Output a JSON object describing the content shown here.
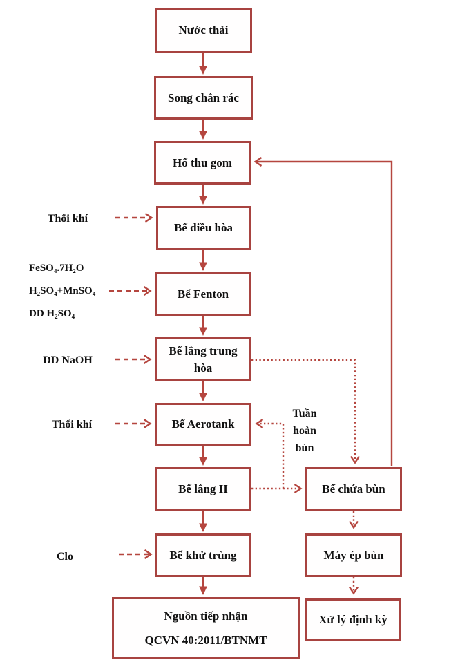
{
  "colors": {
    "box_border": "#a84340",
    "arrow": "#b5463f",
    "text": "#111111",
    "background": "#ffffff"
  },
  "boxes": {
    "nuoc_thai": "Nước thải",
    "song_chan_rac": "Song chắn rác",
    "ho_thu_gom": "Hố thu gom",
    "be_dieu_hoa": "Bể điều hòa",
    "be_fenton": "Bể Fenton",
    "be_lang_trung_hoa": "Bể lắng trung hòa",
    "be_aerotank": "Bể Aerotank",
    "be_lang_ii": "Bể lắng II",
    "be_khu_trung": "Bể khử trùng",
    "nguon_tiep_nhan": {
      "line1": "Nguồn tiếp nhận",
      "line2": "QCVN 40:2011/BTNMT"
    },
    "be_chua_bun": "Bể chứa bùn",
    "may_ep_bun": "Máy ép bùn",
    "xu_ly_dinh_ky": "Xử lý định kỳ"
  },
  "side_labels": {
    "thoi_khi_1": "Thổi khí",
    "fenton_chemicals": [
      "FeSO₄.7H₂O",
      "H₂SO₄+MnSO₄",
      "DD H₂SO₄"
    ],
    "dd_naoh": "DD NaOH",
    "thoi_khi_2": "Thổi khí",
    "clo": "Clo",
    "tuan_hoan_bun": "Tuần hoàn bùn"
  },
  "edges": [
    {
      "from": "nuoc_thai",
      "to": "song_chan_rac",
      "style": "solid"
    },
    {
      "from": "song_chan_rac",
      "to": "ho_thu_gom",
      "style": "solid"
    },
    {
      "from": "ho_thu_gom",
      "to": "be_dieu_hoa",
      "style": "solid"
    },
    {
      "from": "be_dieu_hoa",
      "to": "be_fenton",
      "style": "solid"
    },
    {
      "from": "be_fenton",
      "to": "be_lang_trung_hoa",
      "style": "solid"
    },
    {
      "from": "be_lang_trung_hoa",
      "to": "be_aerotank",
      "style": "solid"
    },
    {
      "from": "be_aerotank",
      "to": "be_lang_ii",
      "style": "solid"
    },
    {
      "from": "be_lang_ii",
      "to": "be_khu_trung",
      "style": "solid"
    },
    {
      "from": "be_khu_trung",
      "to": "nguon_tiep_nhan",
      "style": "solid"
    },
    {
      "from": "be_chua_bun",
      "to": "ho_thu_gom",
      "style": "solid"
    },
    {
      "from": "thoi_khi_1",
      "to": "be_dieu_hoa",
      "style": "dashed"
    },
    {
      "from": "fenton_chemicals",
      "to": "be_fenton",
      "style": "dashed"
    },
    {
      "from": "dd_naoh",
      "to": "be_lang_trung_hoa",
      "style": "dashed"
    },
    {
      "from": "thoi_khi_2",
      "to": "be_aerotank",
      "style": "dashed"
    },
    {
      "from": "clo",
      "to": "be_khu_trung",
      "style": "dashed"
    },
    {
      "from": "be_lang_trung_hoa",
      "to": "be_chua_bun",
      "style": "dotted"
    },
    {
      "from": "be_lang_ii",
      "to": "be_chua_bun",
      "style": "dotted"
    },
    {
      "from": "be_lang_ii",
      "to": "be_aerotank",
      "style": "dotted",
      "label": "Tuần hoàn bùn"
    },
    {
      "from": "be_chua_bun",
      "to": "may_ep_bun",
      "style": "dotted"
    },
    {
      "from": "may_ep_bun",
      "to": "xu_ly_dinh_ky",
      "style": "dotted"
    }
  ]
}
